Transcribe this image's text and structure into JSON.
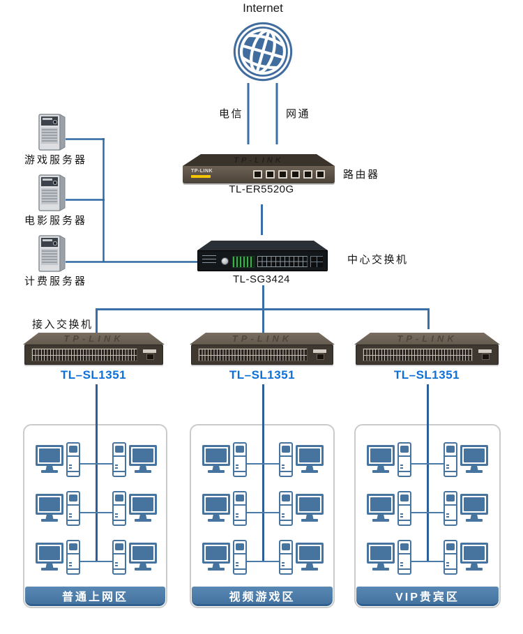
{
  "internet": {
    "label": "Internet"
  },
  "isp_links": {
    "left": "电信",
    "right": "网通"
  },
  "router": {
    "brand": "TP-LINK",
    "model": "TL-ER5520G",
    "role": "路由器"
  },
  "core_switch": {
    "model": "TL-SG3424",
    "role": "中心交换机"
  },
  "access_layer": {
    "label": "接入交换机",
    "switches": [
      {
        "brand": "TP-LINK",
        "model": "TL–SL1351"
      },
      {
        "brand": "TP-LINK",
        "model": "TL–SL1351"
      },
      {
        "brand": "TP-LINK",
        "model": "TL–SL1351"
      }
    ]
  },
  "servers": [
    {
      "label": "游戏服务器"
    },
    {
      "label": "电影服务器"
    },
    {
      "label": "计费服务器"
    }
  ],
  "zones": [
    {
      "label": "普通上网区",
      "computer_count": 6
    },
    {
      "label": "视频游戏区",
      "computer_count": 6
    },
    {
      "label": "VIP贵宾区",
      "computer_count": 6
    }
  ],
  "colors": {
    "diagram_blue": "#406d9e",
    "link_line_blue": "#3a6ea9",
    "model_link_blue": "#0d6fd8",
    "zone_banner_blue": "#44739f",
    "router_body": "#4a4138",
    "core_switch_body": "#14171a",
    "access_switch_body": "#3f3831",
    "accent_yellow": "#f5c400"
  }
}
